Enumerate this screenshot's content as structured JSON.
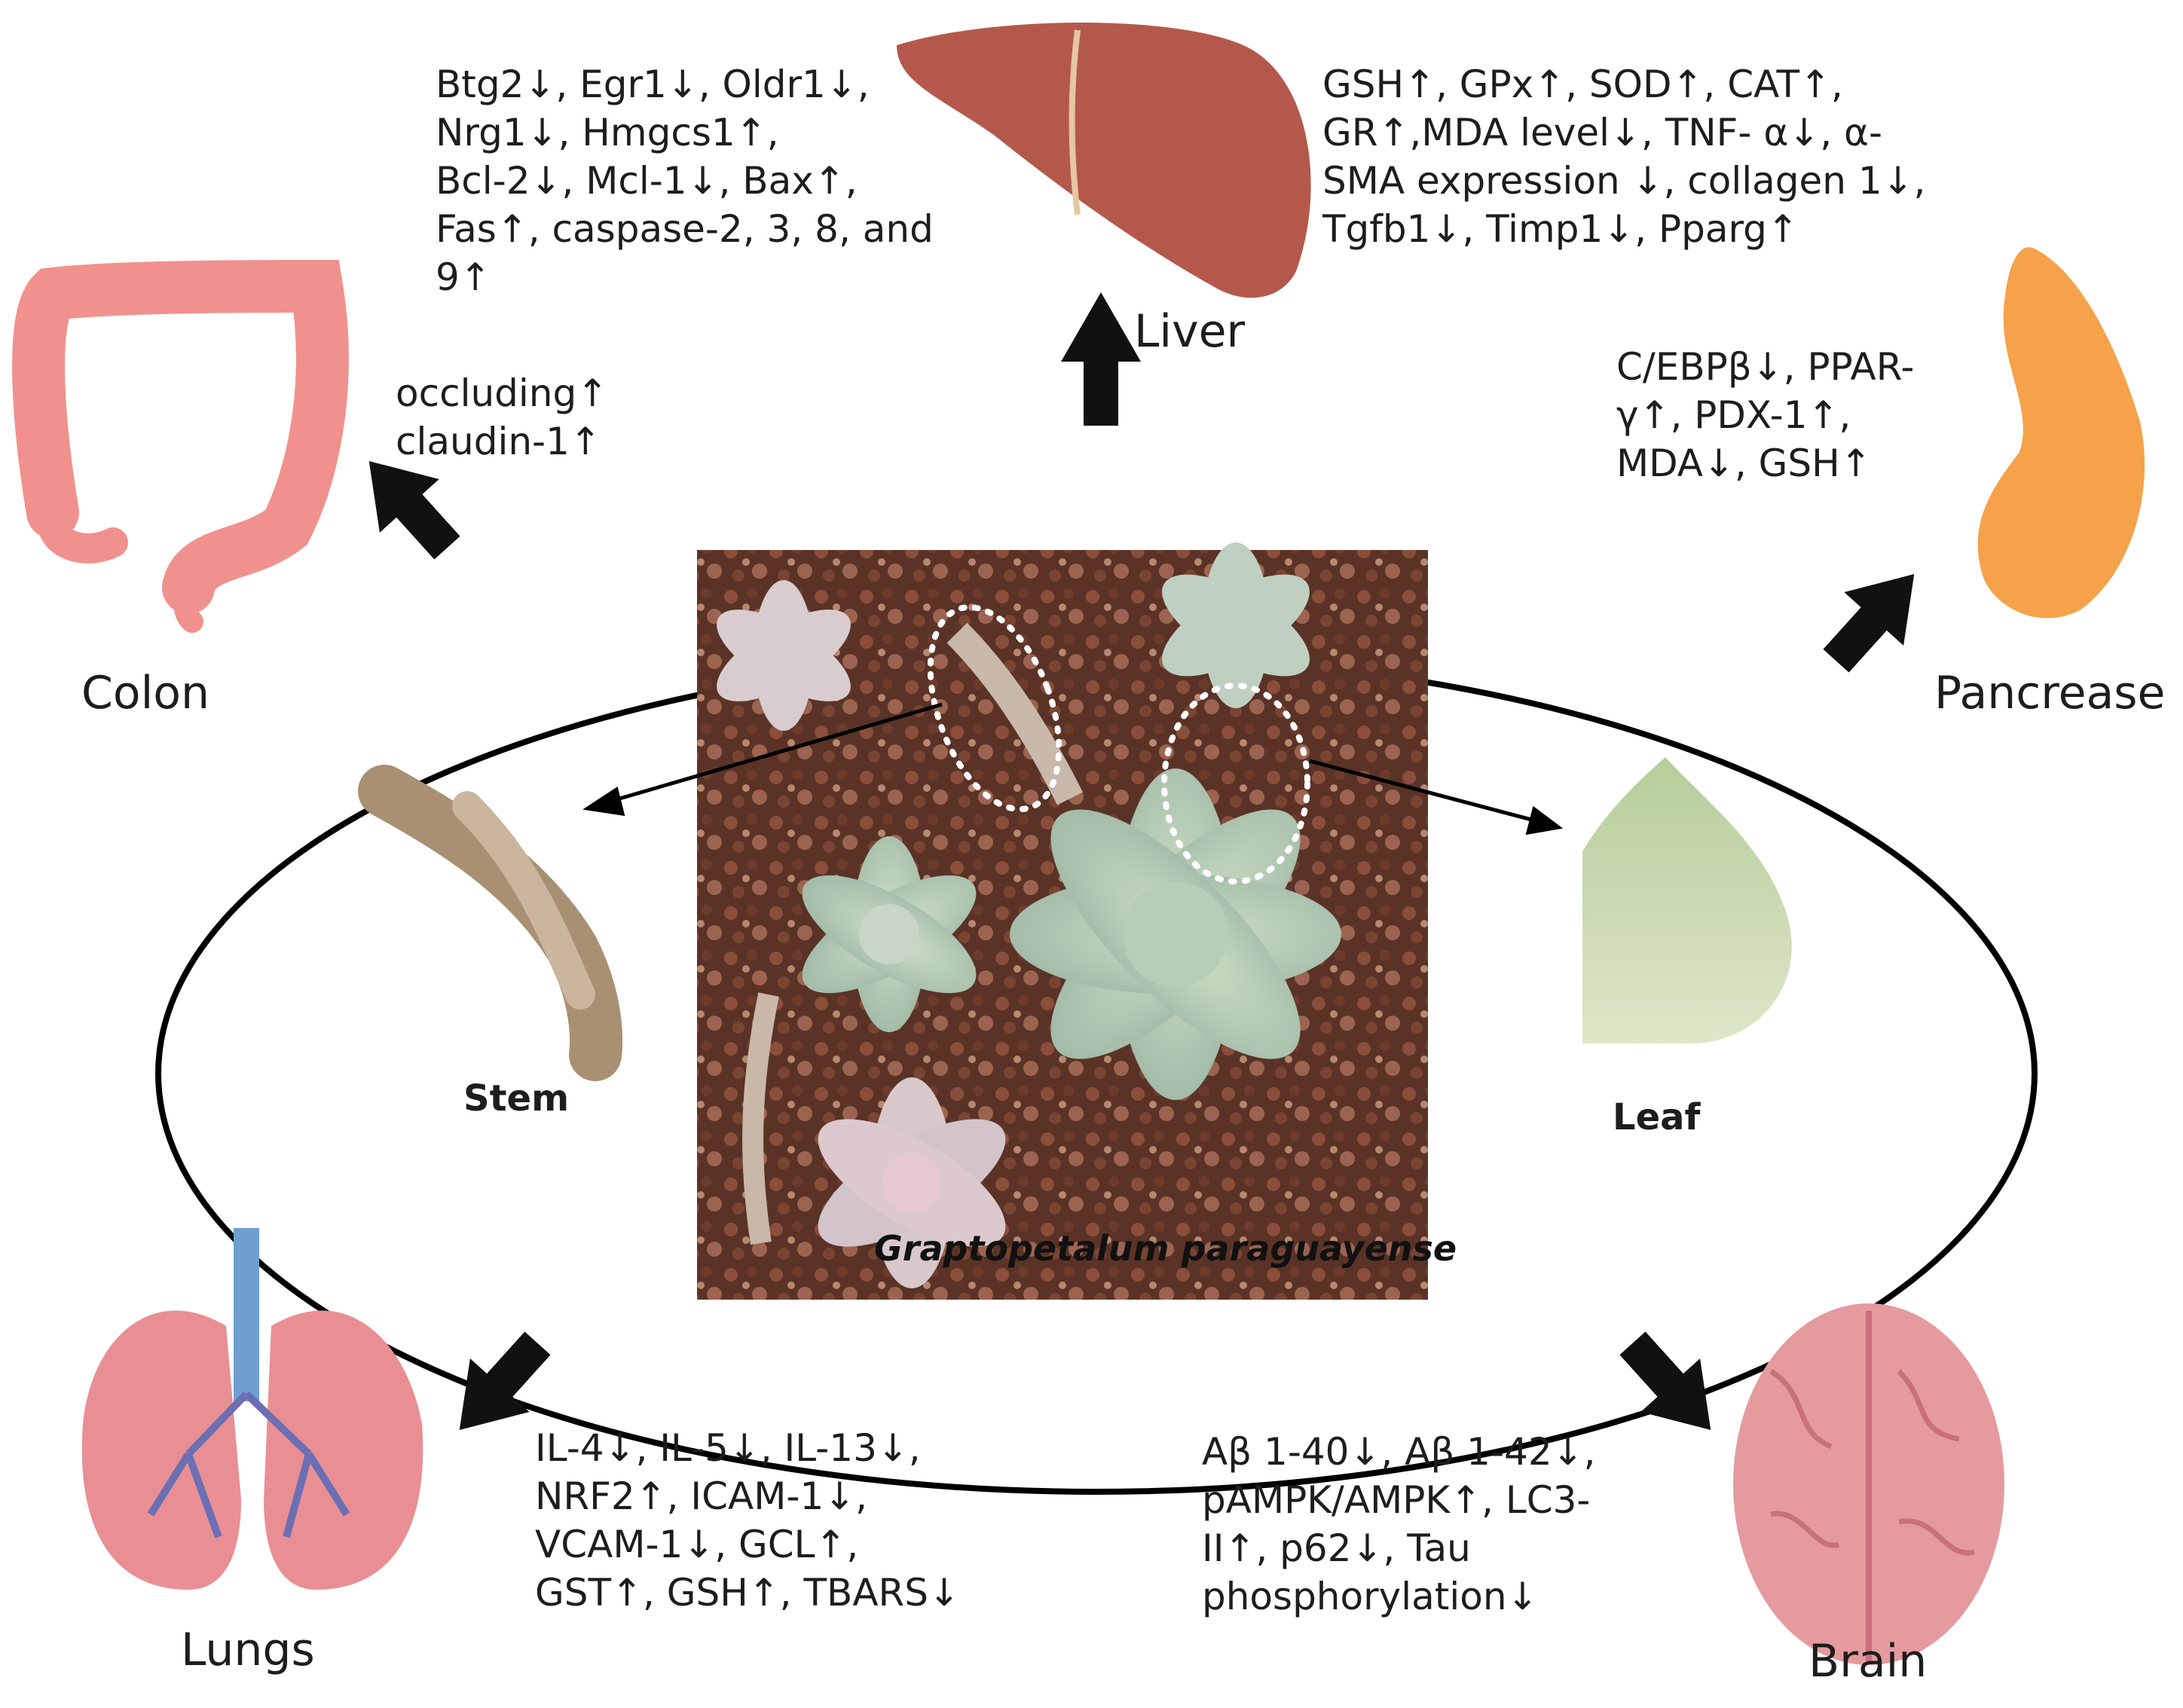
{
  "organs": {
    "liver": {
      "label": "Liver",
      "effects": [
        "GSH↑, GPx↑, SOD↑, CAT↑,",
        "GR↑,MDA level↓, TNF- α↓, α-",
        "SMA expression ↓, collagen 1↓,",
        "Tgfb1↓, Timp1↓, Pparg↑"
      ],
      "effects_left": [
        "Btg2↓, Egr1↓, Oldr1↓,",
        "Nrg1↓, Hmgcs1↑,",
        "Bcl-2↓, Mcl-1↓, Bax↑,",
        "Fas↑, caspase-2, 3, 8, and",
        "9↑"
      ]
    },
    "colon": {
      "label": "Colon",
      "effects": [
        "occluding↑",
        "claudin-1↑"
      ]
    },
    "pancreas": {
      "label": "Pancrease",
      "effects": [
        "C/EBPβ↓, PPAR-",
        "γ↑, PDX-1↑,",
        "MDA↓, GSH↑"
      ]
    },
    "lungs": {
      "label": "Lungs",
      "effects": [
        "IL-4↓, IL-5↓, IL-13↓,",
        "NRF2↑, ICAM-1↓,",
        "VCAM-1↓, GCL↑,",
        "GST↑, GSH↑, TBARS↓"
      ]
    },
    "brain": {
      "label": "Brain",
      "effects": [
        "Aβ 1-40↓, Aβ 1-42↓,",
        "pAMPK/AMPK↑, LC3-",
        "II↑, p62↓, Tau",
        "phosphorylation↓"
      ]
    }
  },
  "plant": {
    "species": "Graptopetalum paraguayense",
    "stem_label": "Stem",
    "leaf_label": "Leaf"
  },
  "colors": {
    "liver": "#b5584c",
    "colon": "#f0918d",
    "pancreas": "#f5a24a",
    "lungs": "#e98f94",
    "brain": "#e59a9e",
    "arrow": "#111111"
  }
}
